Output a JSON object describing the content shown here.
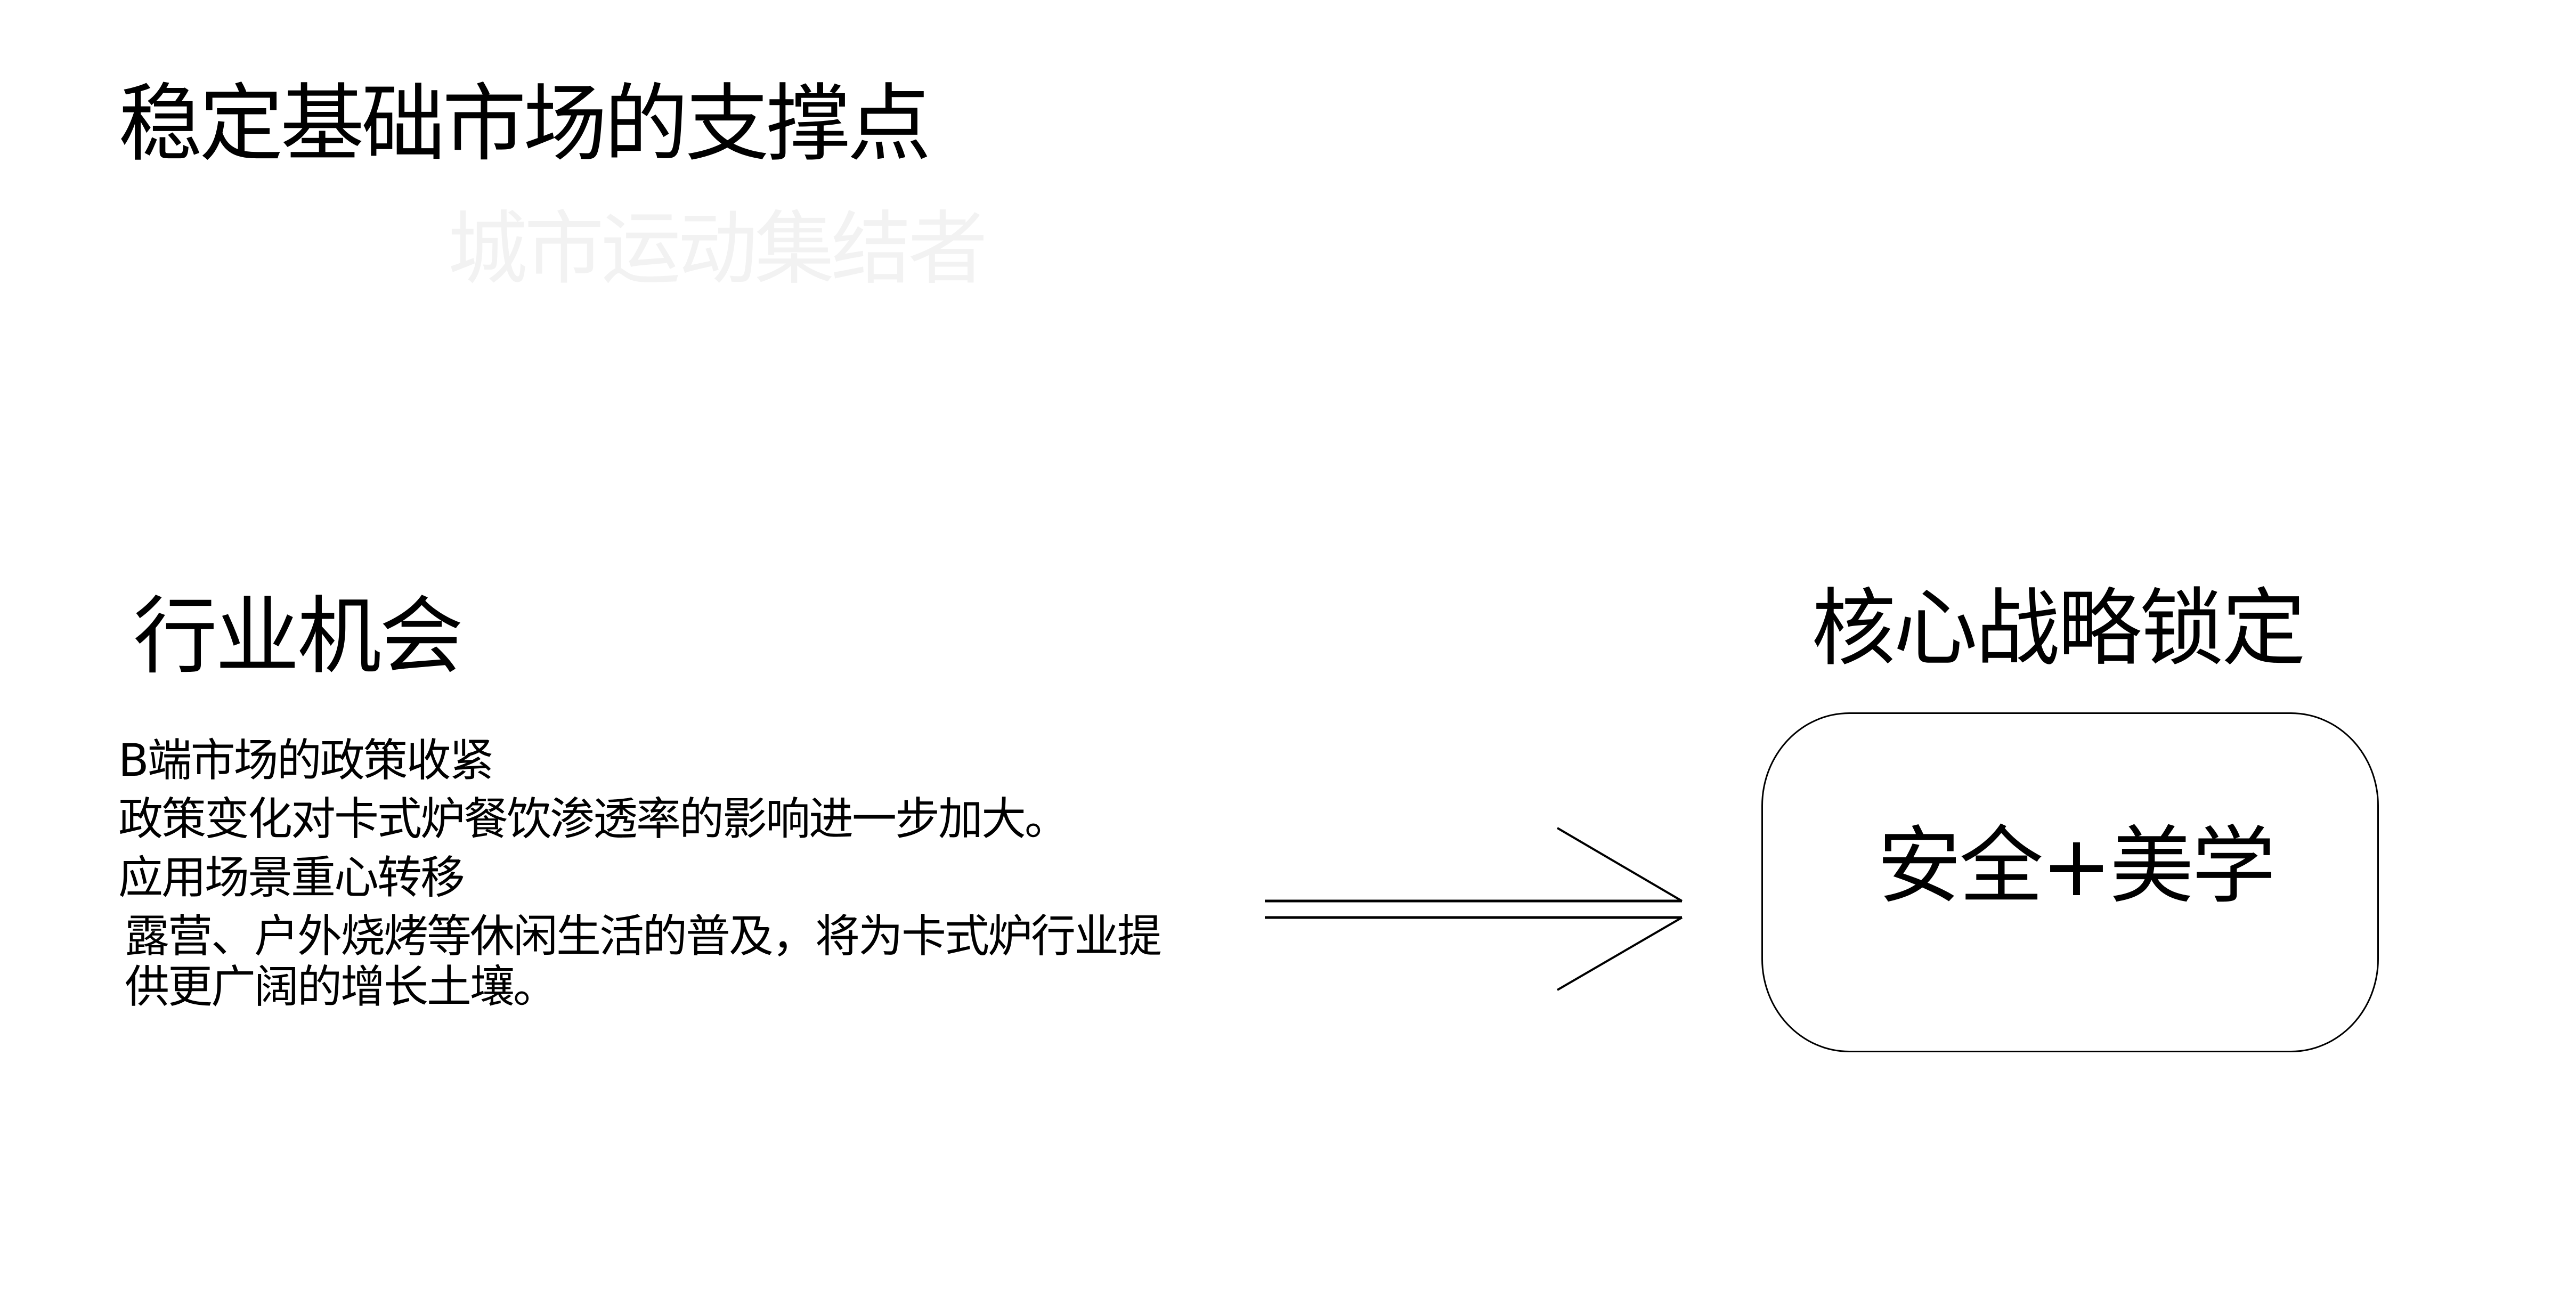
{
  "slide": {
    "title": "稳定基础市场的支撑点",
    "ghost_text": {
      "line_1": "",
      "line_2": "城市运动集结者",
      "color": "#f2f2f2"
    }
  },
  "left_section": {
    "heading": "行业机会",
    "items": [
      "B端市场的政策收紧",
      "政策变化对卡式炉餐饮渗透率的影响进一步加大。",
      "应用场景重心转移"
    ],
    "paragraph": "露营、户外烧烤等休闲生活的普及，将为卡式炉行业提供更广阔的增长土壤。"
  },
  "connector": {
    "icon": "double-line-arrow-right-icon",
    "color": "#000000"
  },
  "right_section": {
    "heading": "核心战略锁定",
    "box_text": "安全+美学"
  },
  "colors": {
    "background": "#ffffff",
    "text": "#000000",
    "ghost": "#f2f2f2"
  }
}
